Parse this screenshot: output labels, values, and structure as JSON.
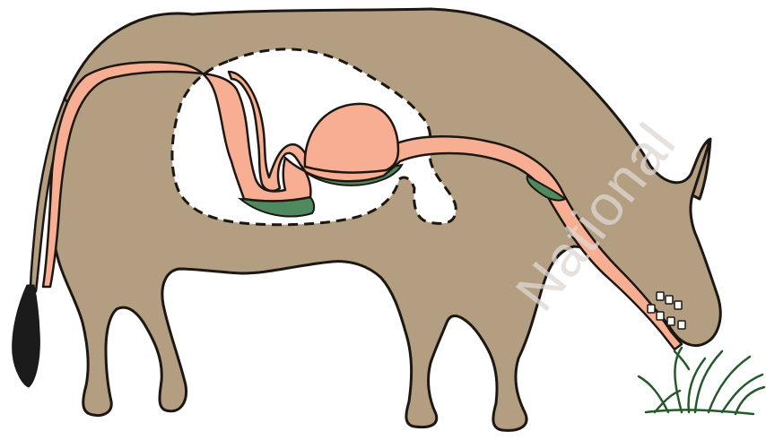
{
  "watermark": {
    "text": "National"
  },
  "colors": {
    "body": "#b39e82",
    "outline": "#1c1712",
    "tract": "#f7ae93",
    "cavity": "#ffffff",
    "contents": "#4e8a5e",
    "tail_tuft": "#1b1b1b",
    "grass": "#245a2a",
    "teeth": "#ffffff"
  },
  "icons": [
    "cow-silhouette",
    "digestive-tract",
    "grass-tuft"
  ]
}
